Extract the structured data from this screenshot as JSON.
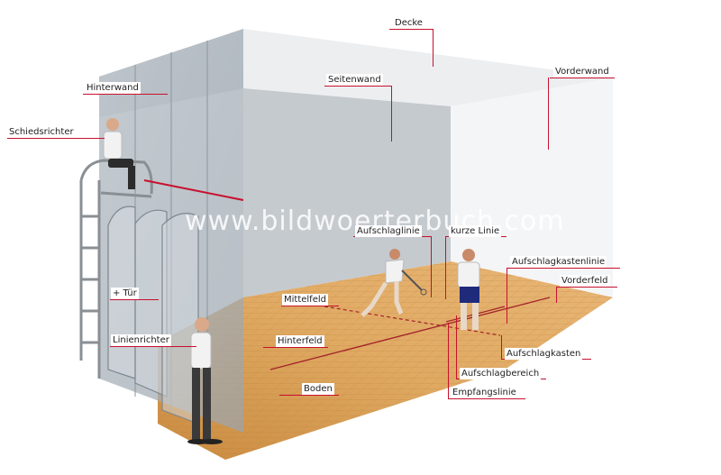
{
  "watermark": "www.bildwoerterbuch.com",
  "labels": {
    "decke": "Decke",
    "vorderwand": "Vorderwand",
    "hinterwand": "Hinterwand",
    "seitenwand": "Seitenwand",
    "schiedsrichter": "Schiedsrichter",
    "aufschlaglinie": "Aufschlaglinie",
    "kurze_linie": "kurze Linie",
    "aufschlagkastenlinie": "Aufschlagkastenlinie",
    "vorderfeld": "Vorderfeld",
    "tuer": "+ Tür",
    "mittelfeld": "Mittelfeld",
    "linienrichter": "Linienrichter",
    "hinterfeld": "Hinterfeld",
    "aufschlagkasten": "Aufschlagkasten",
    "aufschlagbereich": "Aufschlagbereich",
    "boden": "Boden",
    "empfangslinie": "Empfangslinie"
  },
  "colors": {
    "leader": "#c8102e",
    "floor": "#d9a15a",
    "wall": "#c9ced3",
    "glass": "#aab3bb"
  }
}
